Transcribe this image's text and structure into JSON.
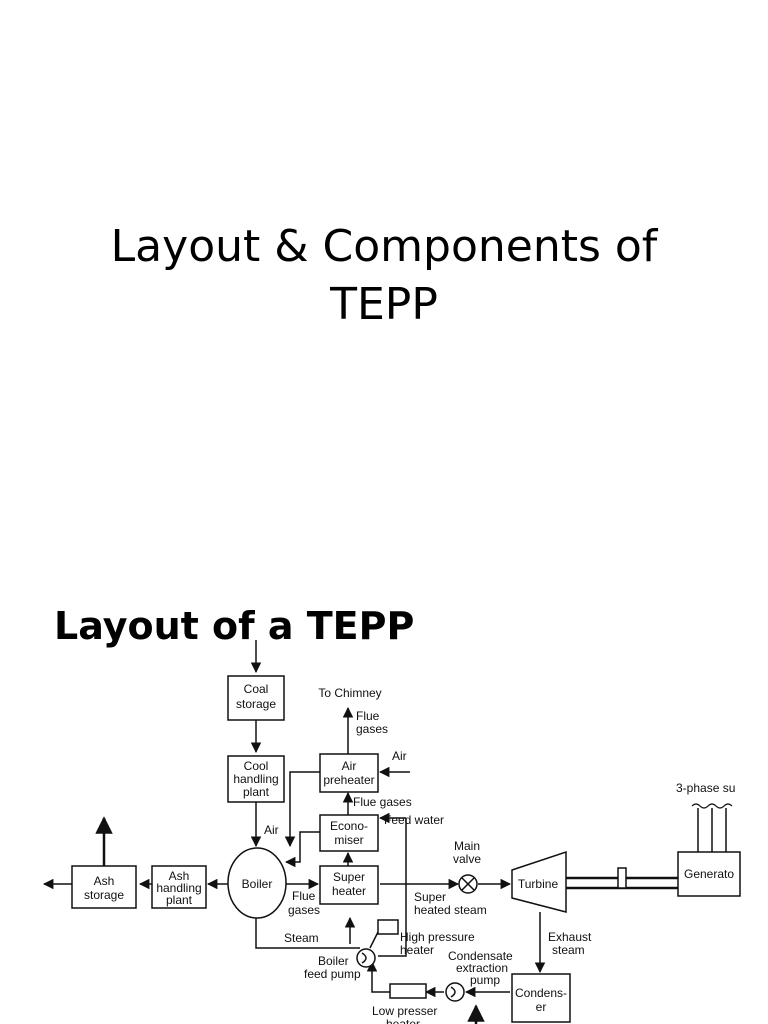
{
  "slide": {
    "title_line1": "Layout & Components of",
    "title_line2": "TEPP"
  },
  "section": {
    "title": "Layout of a TEPP"
  },
  "diagram": {
    "components": {
      "coal_storage": [
        "Coal",
        "storage"
      ],
      "coal_handling": [
        "Cool",
        "handling",
        "plant"
      ],
      "air_preheater": [
        "Air",
        "preheater"
      ],
      "economiser": [
        "Econo-",
        "miser"
      ],
      "super_heater": [
        "Super",
        "heater"
      ],
      "boiler": [
        "Boiler"
      ],
      "ash_handling": [
        "Ash",
        "handling",
        "plant"
      ],
      "ash_storage": [
        "Ash",
        "storage"
      ],
      "turbine": [
        "Turbine"
      ],
      "generator": [
        "Generato"
      ],
      "condenser": [
        "Condens-",
        "er"
      ]
    },
    "labels": {
      "to_chimney": "To Chimney",
      "flue_gases_top": [
        "Flue",
        "gases"
      ],
      "air_in": "Air",
      "flue_gases_mid": "Flue gases",
      "feed_water": "Feed water",
      "air_boiler": "Air",
      "main_valve": [
        "Main",
        "valve"
      ],
      "three_phase": "3-phase su",
      "flue_gases_low": [
        "Flue",
        "gases"
      ],
      "super_heated_steam": [
        "Super",
        "heated steam"
      ],
      "exhaust_steam": [
        "Exhaust",
        "steam"
      ],
      "steam": "Steam",
      "high_pressure_heater": [
        "High pressure",
        "heater"
      ],
      "boiler_feed_pump": [
        "Boiler",
        "feed pump"
      ],
      "condensate_pump": [
        "Condensate",
        "extraction",
        "pump"
      ],
      "low_pressure_heater": [
        "Low presser",
        "heater"
      ]
    },
    "icons": {
      "main_valve": "valve-x-icon",
      "pump": "pump-icon"
    }
  }
}
